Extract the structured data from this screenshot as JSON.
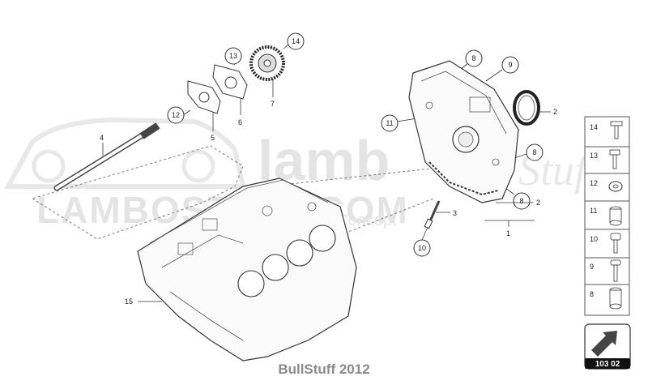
{
  "watermark": {
    "brand_main": "LAMBOSTUFF.COM",
    "brand_top": "lamb",
    "brand_script": "Stuff",
    "tagline": "Concept"
  },
  "callouts": {
    "c14": "14",
    "c13": "13",
    "c12": "12",
    "c11": "11",
    "c10": "10",
    "c9": "9",
    "c8a": "8",
    "c8b": "8",
    "c8c": "8"
  },
  "leaders": {
    "l4": "4",
    "l5": "5",
    "l6": "6",
    "l7": "7",
    "l15": "15",
    "l3": "3",
    "l2a": "2",
    "l2b": "2",
    "l1": "1"
  },
  "legend": {
    "items": [
      {
        "num": "14",
        "icon": "bolt-flanged-short-icon"
      },
      {
        "num": "13",
        "icon": "bolt-hex-flange-icon"
      },
      {
        "num": "12",
        "icon": "washer-icon"
      },
      {
        "num": "11",
        "icon": "sleeve-bushing-icon"
      },
      {
        "num": "10",
        "icon": "bolt-socket-head-icon"
      },
      {
        "num": "9",
        "icon": "bolt-long-icon"
      },
      {
        "num": "8",
        "icon": "dowel-sleeve-icon"
      }
    ]
  },
  "page_code": "103 02",
  "footer_text": "BullStuff 2012"
}
